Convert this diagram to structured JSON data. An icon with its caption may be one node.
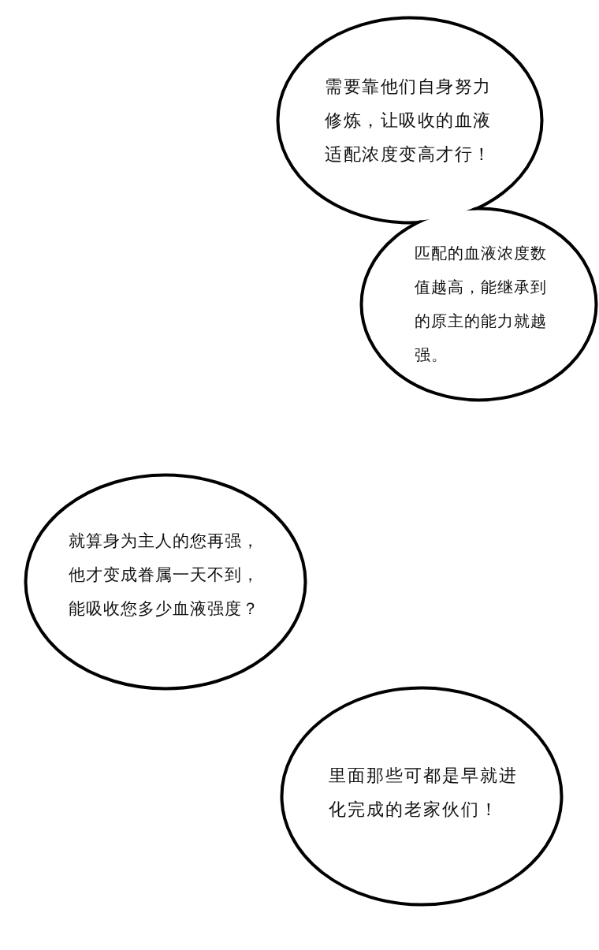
{
  "diagram": {
    "nodes": [
      {
        "text": [
          "需要靠他们自身努力修炼，让吸收的血液适配浓度变高才行！"
        ]
      },
      {
        "text": [
          "匹配的血液浓度数值越高，能继承到的原主的能力就越强。"
        ]
      },
      {
        "text": [
          "就算身为主人的您再强，他才变成眷属一天不到，能吸收您多少血液强度？"
        ]
      },
      {
        "text": [
          "里面那些可都是早就进化完成的老家伙们！"
        ]
      }
    ]
  }
}
